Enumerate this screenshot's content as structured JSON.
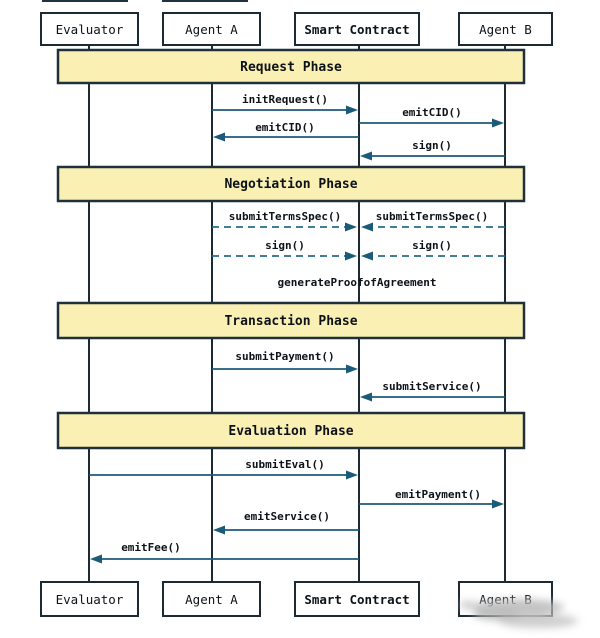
{
  "diagram_type": "sequence-diagram",
  "actors": [
    {
      "id": "evaluator",
      "label": "Evaluator"
    },
    {
      "id": "agent-a",
      "label": "Agent A"
    },
    {
      "id": "smart-contract",
      "label": "Smart Contract"
    },
    {
      "id": "agent-b",
      "label": "Agent B"
    }
  ],
  "phases": [
    {
      "label": "Request Phase"
    },
    {
      "label": "Negotiation Phase"
    },
    {
      "label": "Transaction Phase"
    },
    {
      "label": "Evaluation Phase"
    }
  ],
  "messages": [
    {
      "label": "initRequest()",
      "from": "Agent A",
      "to": "Smart Contract",
      "line": "solid",
      "phase": "Request Phase"
    },
    {
      "label": "emitCID()",
      "from": "Smart Contract",
      "to": "Agent B",
      "line": "solid",
      "phase": "Request Phase"
    },
    {
      "label": "emitCID()",
      "from": "Smart Contract",
      "to": "Agent A",
      "line": "solid",
      "phase": "Request Phase"
    },
    {
      "label": "sign()",
      "from": "Agent B",
      "to": "Smart Contract",
      "line": "solid",
      "phase": "Request Phase"
    },
    {
      "label": "submitTermsSpec()",
      "from": "Agent A",
      "to": "Smart Contract",
      "line": "dashed",
      "phase": "Negotiation Phase"
    },
    {
      "label": "submitTermsSpec()",
      "from": "Agent B",
      "to": "Smart Contract",
      "line": "dashed",
      "phase": "Negotiation Phase"
    },
    {
      "label": "sign()",
      "from": "Agent A",
      "to": "Smart Contract",
      "line": "dashed",
      "phase": "Negotiation Phase"
    },
    {
      "label": "sign()",
      "from": "Agent B",
      "to": "Smart Contract",
      "line": "dashed",
      "phase": "Negotiation Phase"
    },
    {
      "label": "generateProofofAgreement",
      "from": "Smart Contract",
      "to": "Smart Contract",
      "line": "none",
      "phase": "Negotiation Phase"
    },
    {
      "label": "submitPayment()",
      "from": "Agent A",
      "to": "Smart Contract",
      "line": "solid",
      "phase": "Transaction Phase"
    },
    {
      "label": "submitService()",
      "from": "Agent B",
      "to": "Smart Contract",
      "line": "solid",
      "phase": "Transaction Phase"
    },
    {
      "label": "submitEval()",
      "from": "Evaluator",
      "to": "Smart Contract",
      "line": "solid",
      "phase": "Evaluation Phase"
    },
    {
      "label": "emitPayment()",
      "from": "Smart Contract",
      "to": "Agent B",
      "line": "solid",
      "phase": "Evaluation Phase"
    },
    {
      "label": "emitService()",
      "from": "Smart Contract",
      "to": "Agent A",
      "line": "solid",
      "phase": "Evaluation Phase"
    },
    {
      "label": "emitFee()",
      "from": "Smart Contract",
      "to": "Evaluator",
      "line": "solid",
      "phase": "Evaluation Phase"
    }
  ],
  "colors": {
    "phase_band_fill": "#FAF0B4",
    "phase_band_border": "#20303A",
    "arrow": "#1B5A78",
    "box_border": "#1C2B33",
    "lifeline": "#1C2B33",
    "text": "#0C1218",
    "background": "#FFFFFF",
    "smudge": "#BFBFBF"
  }
}
